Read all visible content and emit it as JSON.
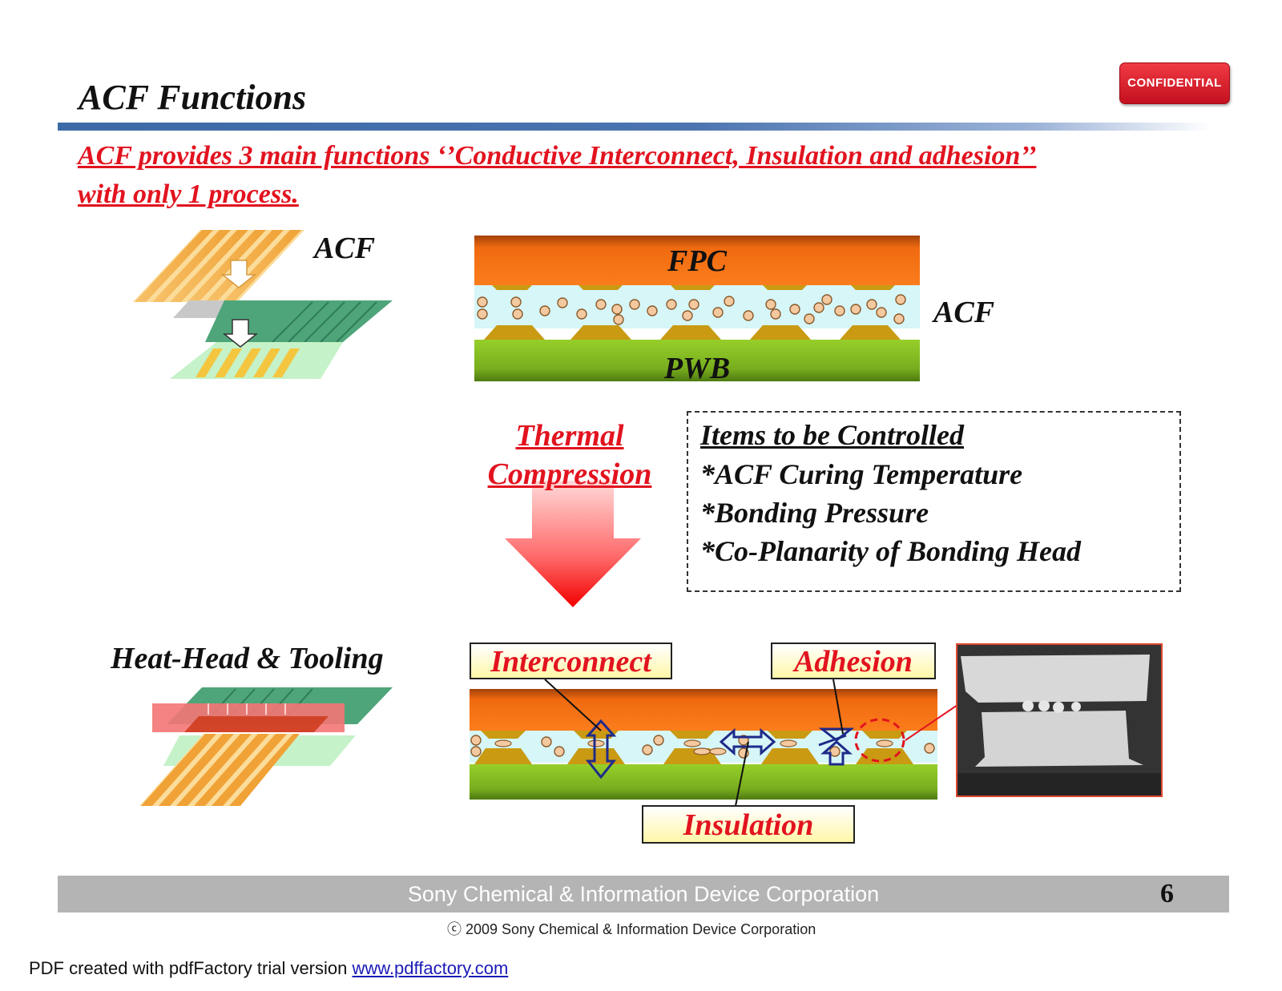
{
  "slide": {
    "title": "ACF Functions",
    "badge": "CONFIDENTIAL",
    "intro_line1": "ACF provides 3 main functions ‘’Conductive Interconnect, Insulation and adhesion’’",
    "intro_line2": " with only 1 process."
  },
  "diagram_top": {
    "acf_label_left": "ACF",
    "fpc_label": "FPC",
    "acf_label_right": "ACF",
    "pwb_label": "PWB"
  },
  "process": {
    "thermal_line1": "Thermal",
    "thermal_line2": "Compression"
  },
  "controls": {
    "title": "Items to be Controlled",
    "items": [
      "*ACF Curing Temperature",
      "*Bonding Pressure",
      "*Co-Planarity of Bonding Head"
    ]
  },
  "diagram_bottom": {
    "heat_head_label": "Heat-Head & Tooling",
    "interconnect_label": "Interconnect",
    "adhesion_label": "Adhesion",
    "insulation_label": "Insulation"
  },
  "footer": {
    "corporation": "Sony Chemical & Information Device Corporation",
    "page_number": "6",
    "copyright": "ⓒ 2009 Sony Chemical & Information Device Corporation"
  },
  "pdf_note": {
    "text": "PDF created with pdfFactory trial version ",
    "link": "www.pdffactory.com"
  },
  "colors": {
    "accent_red": "#e2131f",
    "fpc_orange": "#f06a10",
    "pwb_green": "#7fb520",
    "acf_cyan": "#d6f6f8"
  }
}
